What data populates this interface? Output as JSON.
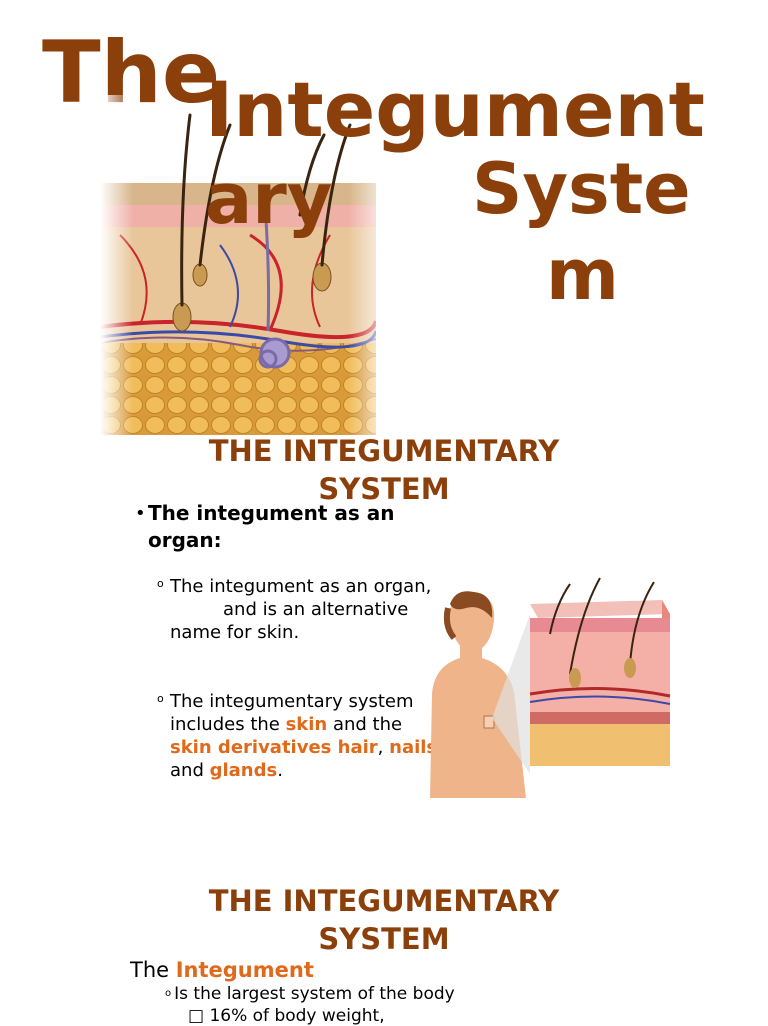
{
  "title": {
    "the": "The",
    "integument": "Integument",
    "ary": "ary",
    "syste": "Syste",
    "m": "m"
  },
  "slide2": {
    "heading_line1": "THE INTEGUMENTARY",
    "heading_line2": "SYSTEM",
    "bullet_marker": "•",
    "bullet_text": "The integument as an organ:",
    "sub_marker": "o",
    "sub1_line1": "The integument as an organ,",
    "sub1_line2": "and is an alternative",
    "sub1_line3": "name for skin.",
    "sub2_pre": "The integumentary system includes the ",
    "sub2_skin": "skin",
    "sub2_mid": " and the ",
    "sub2_derivatives": "skin derivatives hair",
    "sub2_comma": ", ",
    "sub2_nails": "nails",
    "sub2_and": ", and ",
    "sub2_glands": "glands",
    "sub2_end": "."
  },
  "slide3": {
    "heading_line1": "THE INTEGUMENTARY",
    "heading_line2": "SYSTEM",
    "line1_pre": "The ",
    "line1_highlight": "Integument",
    "line2_marker": "o",
    "line2": "Is the largest system of the body",
    "line3_marker": "□",
    "line3": "16% of  body weight,"
  },
  "colors": {
    "heading": "#8b3f0a",
    "highlight": "#e06a1b"
  }
}
